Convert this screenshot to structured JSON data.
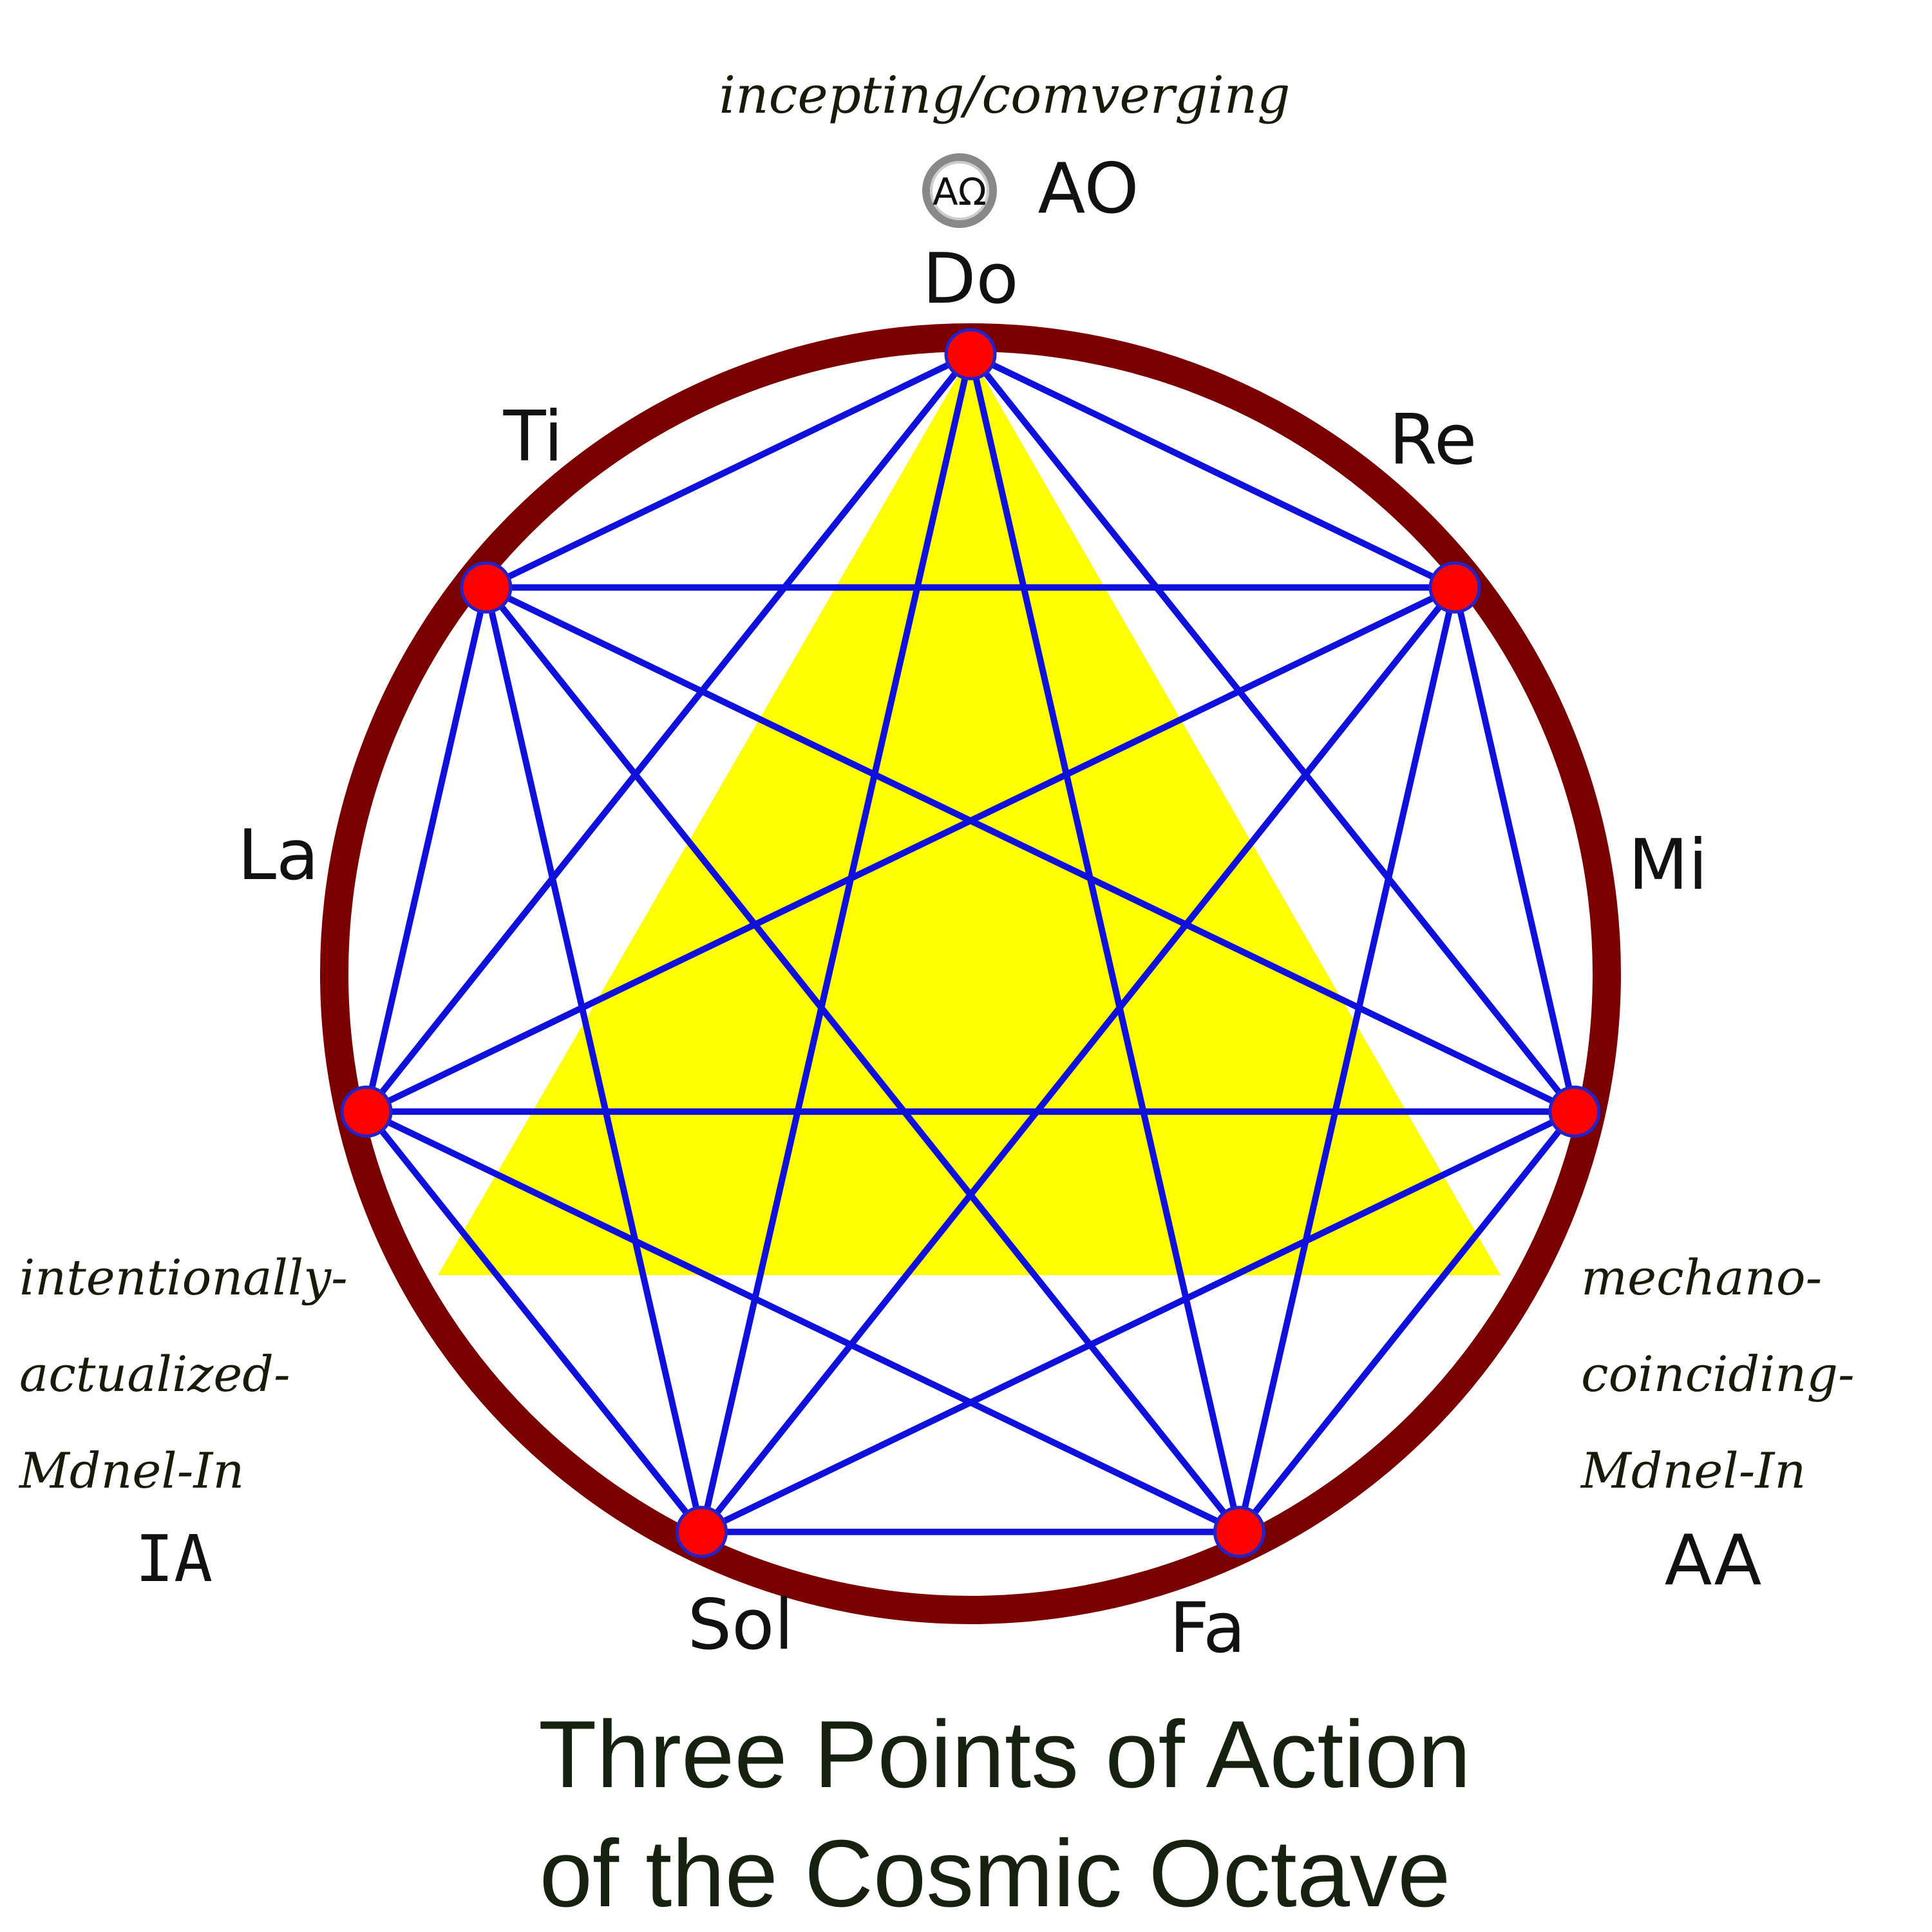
{
  "diagram": {
    "header_caption": "incepting/comverging",
    "ao_symbol": "AΩ",
    "ao_label": "AO",
    "notes": [
      {
        "id": "do",
        "label": "Do"
      },
      {
        "id": "re",
        "label": "Re"
      },
      {
        "id": "mi",
        "label": "Mi"
      },
      {
        "id": "fa",
        "label": "Fa"
      },
      {
        "id": "sol",
        "label": "Sol"
      },
      {
        "id": "la",
        "label": "La"
      },
      {
        "id": "ti",
        "label": "Ti"
      }
    ],
    "left_caption": [
      "intentionally-",
      "actualized-",
      "Mdnel-In"
    ],
    "left_code": "IA",
    "right_caption": [
      "mechano-",
      "coinciding-",
      "Mdnel-In"
    ],
    "right_code": "AA",
    "title_lines": [
      "Three Points of Action",
      "of the Cosmic Octave"
    ]
  },
  "colors": {
    "outer_ring": "#7a0000",
    "chords": "#1010dd",
    "triangle_fill": "#ffff00",
    "node_fill": "#ff0000",
    "node_stroke": "#2222cc"
  }
}
